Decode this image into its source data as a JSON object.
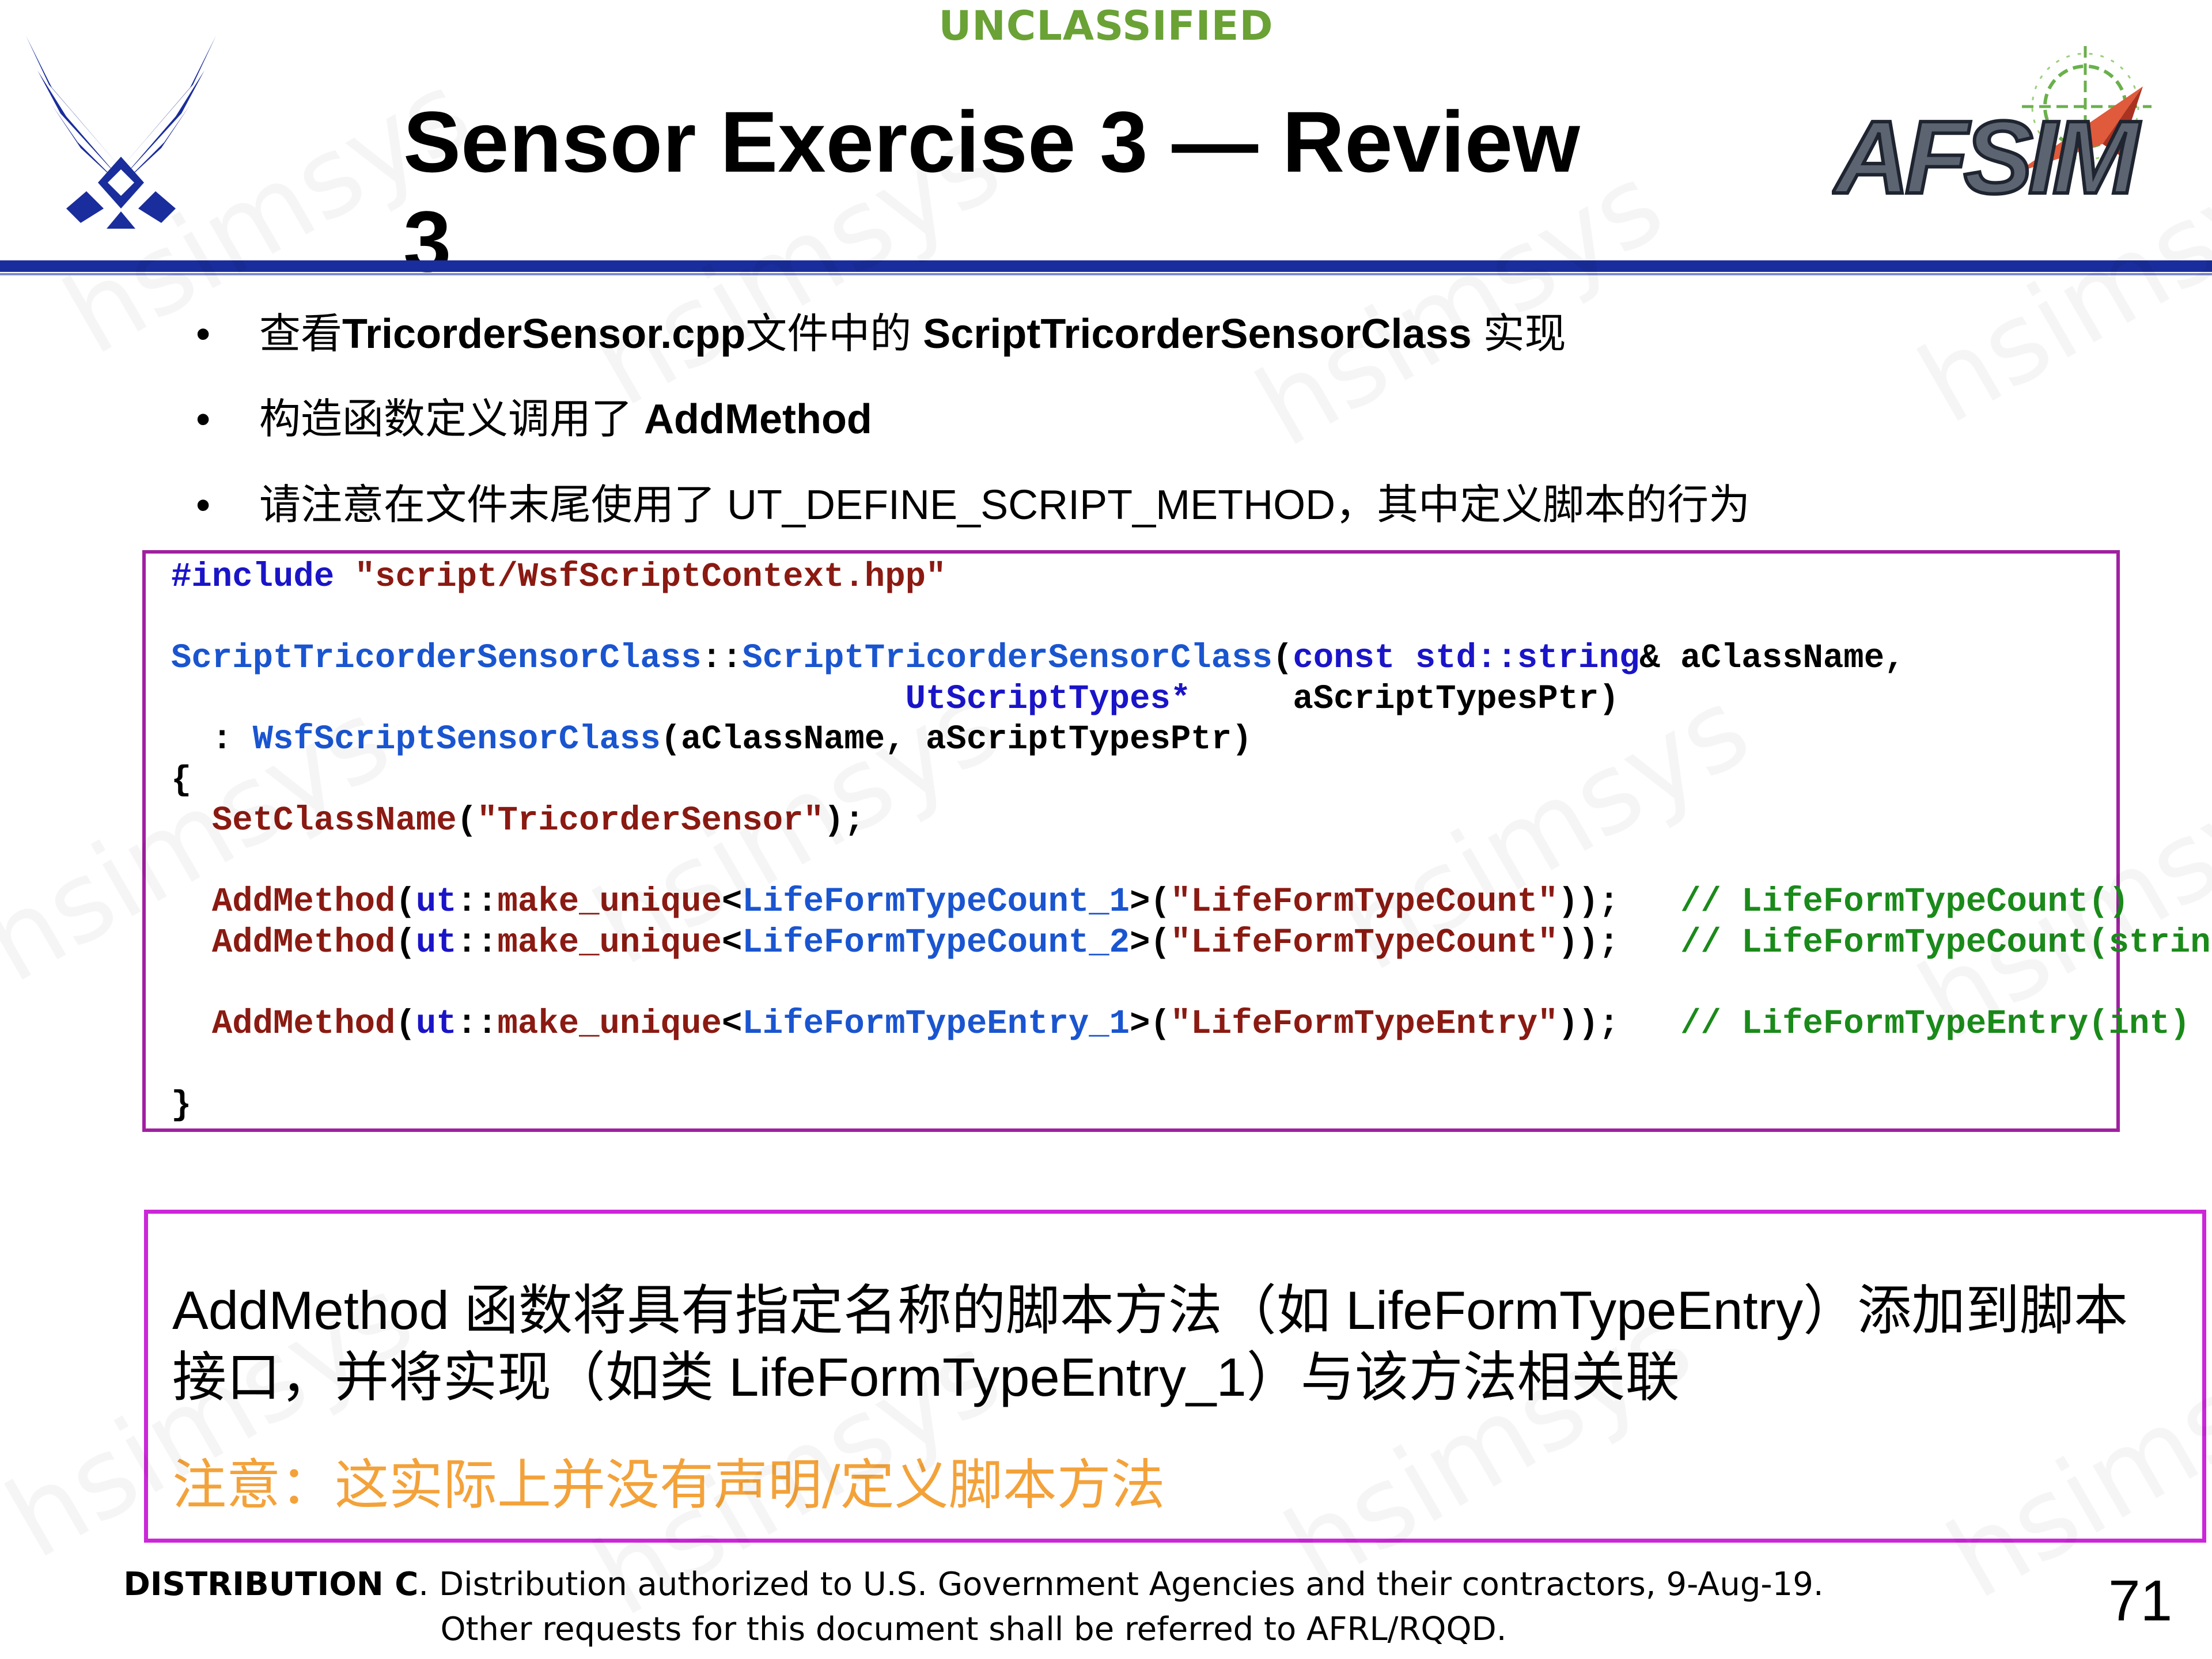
{
  "header": {
    "classification": "UNCLASSIFIED",
    "title": "Sensor Exercise 3 — Review 3",
    "left_logo_icon": "air-force-wings-icon",
    "right_logo_text": "AFSIM",
    "right_logo_icon": "crosshair-icon"
  },
  "bullets": [
    {
      "marker": "•",
      "pre": "查看",
      "b1": "TricorderSensor.cpp",
      "mid": "文件中的 ",
      "b2": "ScriptTricorderSensorClass",
      "post": " 实现"
    },
    {
      "marker": "•",
      "pre": "构造函数定义调用了 ",
      "b1": "AddMethod"
    },
    {
      "marker": "•",
      "text": "请注意在文件末尾使用了 UT_DEFINE_SCRIPT_METHOD，其中定义脚本的行为"
    }
  ],
  "code": {
    "include_kw": "#include",
    "include_file": "\"script/WsfScriptContext.hpp\"",
    "class_name": "ScriptTricorderSensorClass",
    "scope_op": "::",
    "ctor_name": "ScriptTricorderSensorClass",
    "const_kw": "const",
    "std_string": "std::string",
    "amp": "&",
    "param1": "aClassName,",
    "type2": "UtScriptTypes*",
    "param2": "aScriptTypesPtr)",
    "init_colon": ":",
    "base_class": "WsfScriptSensorClass",
    "base_args": "(aClassName, aScriptTypesPtr)",
    "open_brace": "{",
    "set_class_fn": "SetClassName",
    "set_class_arg": "\"TricorderSensor\"",
    "add_method": "AddMethod",
    "ut_ns": "ut",
    "make_unique": "make_unique",
    "class_1": "LifeFormTypeCount_1",
    "class_2": "LifeFormTypeCount_2",
    "class_3": "LifeFormTypeEntry_1",
    "str_count": "\"LifeFormTypeCount\"",
    "str_entry": "\"LifeFormTypeEntry\"",
    "comment_1": "// LifeFormTypeCount()",
    "comment_2": "// LifeFormTypeCount(string)",
    "comment_3": "// LifeFormTypeEntry(int)",
    "close_brace": "}"
  },
  "note": {
    "text": "AddMethod 函数将具有指定名称的脚本方法（如 LifeFormTypeEntry）添加到脚本接口，并将实现（如类 LifeFormTypeEntry_1）与该方法相关联",
    "warning": "注意：这实际上并没有声明/定义脚本方法"
  },
  "footer": {
    "dist_label": "DISTRIBUTION C",
    "dist_line1": ". Distribution authorized to U.S. Government Agencies and their contractors, 9-Aug-19.",
    "dist_line2": "Other requests for this document shall be referred to AFRL/RQQD.",
    "page_number": "71"
  },
  "watermark": "hsimsys",
  "colors": {
    "classification": "#6aa236",
    "header_rule": "#1a2d9c",
    "code_border": "#a020a0",
    "note_border": "#cc26d9",
    "warning": "#f3a23a",
    "keyword": "#1a14c8",
    "string": "#8a1a12",
    "comment": "#1a8a1a"
  }
}
